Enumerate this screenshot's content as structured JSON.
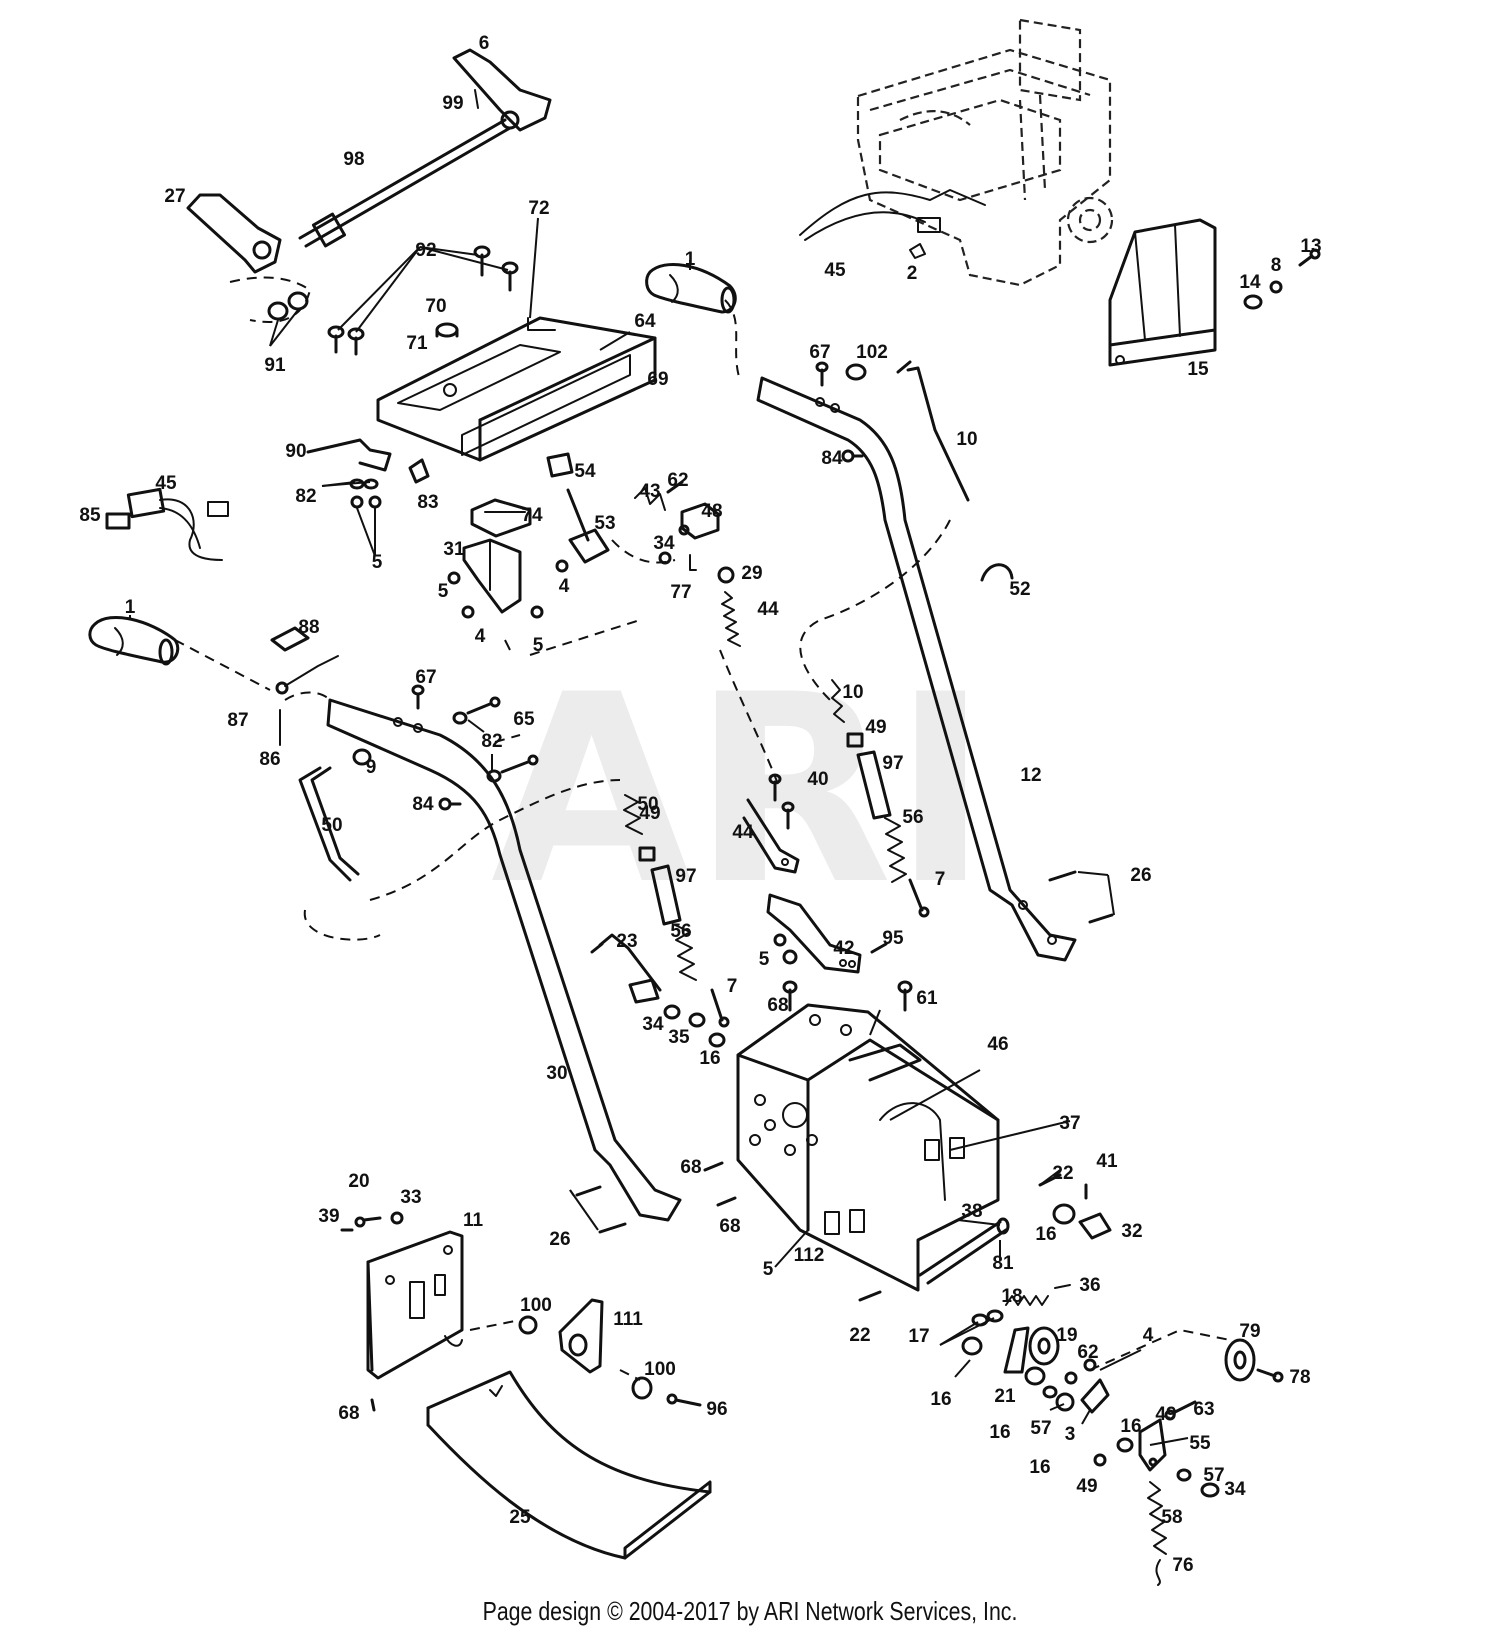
{
  "watermark": "ARI",
  "footer": "Page design © 2004-2017 by ARI Network Services, Inc.",
  "callouts": [
    "1",
    "1",
    "2",
    "3",
    "4",
    "4",
    "4",
    "5",
    "5",
    "5",
    "5",
    "5",
    "6",
    "7",
    "7",
    "8",
    "9",
    "10",
    "10",
    "11",
    "12",
    "13",
    "14",
    "15",
    "16",
    "16",
    "16",
    "16",
    "16",
    "16",
    "17",
    "18",
    "19",
    "20",
    "21",
    "22",
    "22",
    "23",
    "25",
    "26",
    "26",
    "27",
    "29",
    "30",
    "31",
    "32",
    "33",
    "34",
    "34",
    "34",
    "35",
    "36",
    "37",
    "38",
    "39",
    "40",
    "41",
    "42",
    "43",
    "44",
    "44",
    "45",
    "45",
    "46",
    "48",
    "49",
    "49",
    "49",
    "49",
    "50",
    "50",
    "52",
    "53",
    "54",
    "55",
    "56",
    "56",
    "57",
    "57",
    "58",
    "61",
    "62",
    "62",
    "63",
    "64",
    "65",
    "67",
    "67",
    "68",
    "68",
    "68",
    "68",
    "69",
    "70",
    "71",
    "72",
    "74",
    "76",
    "77",
    "78",
    "79",
    "81",
    "82",
    "82",
    "83",
    "84",
    "84",
    "85",
    "86",
    "87",
    "88",
    "90",
    "91",
    "92",
    "95",
    "96",
    "97",
    "97",
    "98",
    "99",
    "100",
    "100",
    "102",
    "111",
    "112"
  ]
}
